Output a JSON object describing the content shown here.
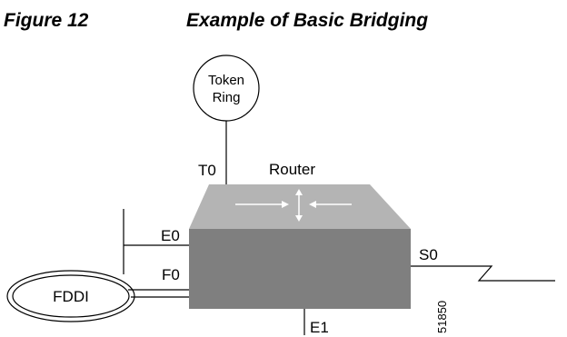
{
  "figure": {
    "number": "Figure 12",
    "title": "Example of Basic Bridging"
  },
  "diagram": {
    "token_ring_label_line1": "Token",
    "token_ring_label_line2": "Ring",
    "router_label": "Router",
    "fddi_label": "FDDI",
    "ports": {
      "t0": "T0",
      "e0": "E0",
      "f0": "F0",
      "s0": "S0",
      "e1": "E1"
    },
    "figure_id": "51850",
    "colors": {
      "router_top": "#b4b4b4",
      "router_front": "#7f7f7f",
      "arrows": "#ffffff",
      "lines": "#000000"
    }
  }
}
